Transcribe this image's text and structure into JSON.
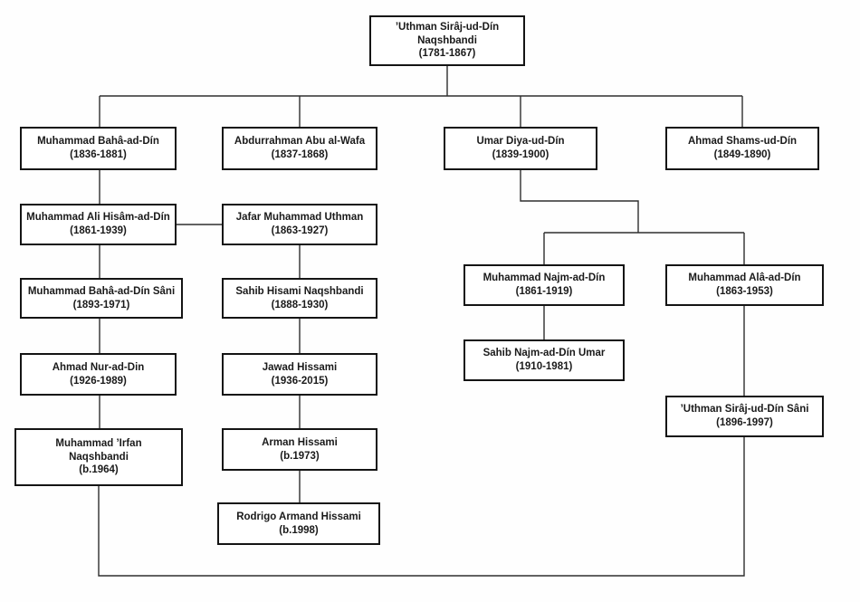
{
  "colors": {
    "background": "#fefefe",
    "box_border": "#141414",
    "connector_line": "#2e2e2e",
    "text": "#1a1a1a"
  },
  "nodes": {
    "uthman_siraj": {
      "name": "’Uthman Sirâj-ud-Dín Naqshbandi",
      "dates": "(1781-1867)"
    },
    "baha": {
      "name": "Muhammad Bahâ-ad-Dín",
      "dates": "(1836-1881)"
    },
    "abdurrahman": {
      "name": "Abdurrahman Abu al-Wafa",
      "dates": "(1837-1868)"
    },
    "umar": {
      "name": "Umar Diya-ud-Dín",
      "dates": "(1839-1900)"
    },
    "shams": {
      "name": "Ahmad Shams-ud-Dín",
      "dates": "(1849-1890)"
    },
    "hisam": {
      "name": "Muhammad Ali Hisâm-ad-Dín",
      "dates": "(1861-1939)"
    },
    "jafar": {
      "name": "Jafar Muhammad Uthman",
      "dates": "(1863-1927)"
    },
    "baha_sani": {
      "name": "Muhammad Bahâ-ad-Dín Sâni",
      "dates": "(1893-1971)"
    },
    "sahib_hisami": {
      "name": "Sahib Hisami Naqshbandi",
      "dates": "(1888-1930)"
    },
    "nur": {
      "name": "Ahmad Nur-ad-Din",
      "dates": "(1926-1989)"
    },
    "jawad": {
      "name": "Jawad Hissami",
      "dates": "(1936-2015)"
    },
    "irfan": {
      "name": "Muhammad ’Irfan Naqshbandi",
      "dates": "(b.1964)"
    },
    "arman": {
      "name": "Arman Hissami",
      "dates": "(b.1973)"
    },
    "rodrigo": {
      "name": "Rodrigo Armand Hissami",
      "dates": "(b.1998)"
    },
    "najm": {
      "name": "Muhammad Najm-ad-Dín",
      "dates": "(1861-1919)"
    },
    "ala": {
      "name": "Muhammad Alâ-ad-Dín",
      "dates": "(1863-1953)"
    },
    "sahib_najm": {
      "name": "Sahib Najm-ad-Dín Umar",
      "dates": "(1910-1981)"
    },
    "uthman_sani": {
      "name": "’Uthman Sirâj-ud-Dín Sâni",
      "dates": "(1896-1997)"
    }
  },
  "edges": [
    {
      "parent": "uthman_siraj",
      "child": "baha"
    },
    {
      "parent": "uthman_siraj",
      "child": "abdurrahman"
    },
    {
      "parent": "uthman_siraj",
      "child": "umar"
    },
    {
      "parent": "uthman_siraj",
      "child": "shams"
    },
    {
      "parent": "baha",
      "child": "hisam"
    },
    {
      "link": [
        "hisam",
        "jafar"
      ],
      "type": "lateral"
    },
    {
      "parent": "hisam",
      "child": "baha_sani"
    },
    {
      "parent": "baha_sani",
      "child": "nur"
    },
    {
      "parent": "nur",
      "child": "irfan"
    },
    {
      "parent": "jafar",
      "child": "sahib_hisami"
    },
    {
      "parent": "sahib_hisami",
      "child": "jawad"
    },
    {
      "parent": "jawad",
      "child": "arman"
    },
    {
      "parent": "arman",
      "child": "rodrigo"
    },
    {
      "parent": "umar",
      "child": "najm"
    },
    {
      "parent": "umar",
      "child": "ala"
    },
    {
      "parent": "najm",
      "child": "sahib_najm"
    },
    {
      "parent": "ala",
      "child": "uthman_sani"
    },
    {
      "link": [
        "irfan",
        "uthman_sani"
      ],
      "type": "bottom-connector"
    }
  ]
}
